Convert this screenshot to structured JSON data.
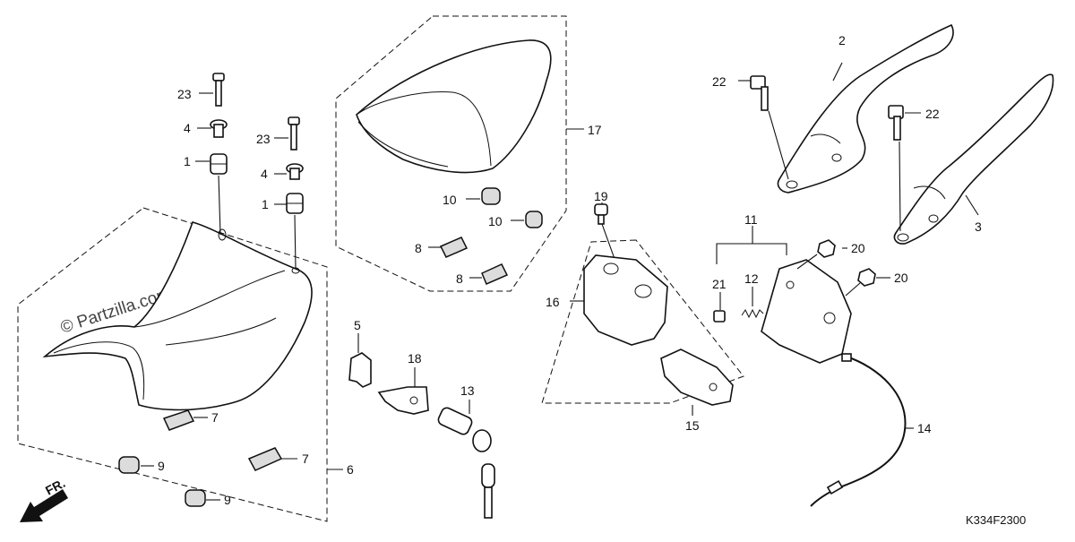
{
  "diagram": {
    "watermark": "© Partzilla.com",
    "diagram_code": "K334F2300",
    "direction_label": "FR.",
    "callouts": {
      "c1a": "1",
      "c1b": "1",
      "c2": "2",
      "c3": "3",
      "c4a": "4",
      "c4b": "4",
      "c5": "5",
      "c6": "6",
      "c7a": "7",
      "c7b": "7",
      "c8a": "8",
      "c8b": "8",
      "c9a": "9",
      "c9b": "9",
      "c10a": "10",
      "c10b": "10",
      "c11": "11",
      "c12": "12",
      "c13": "13",
      "c14": "14",
      "c15": "15",
      "c16": "16",
      "c17": "17",
      "c18": "18",
      "c19": "19",
      "c20a": "20",
      "c20b": "20",
      "c21": "21",
      "c22a": "22",
      "c22b": "22",
      "c23a": "23",
      "c23b": "23"
    }
  }
}
